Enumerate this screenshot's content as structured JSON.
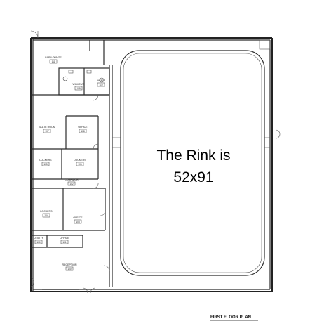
{
  "annotation": {
    "line1": "The Rink is",
    "line2": "52x91"
  },
  "plan_title": "FIRST FLOOR PLAN",
  "rooms": {
    "bar_lounge": {
      "label": "BAR/LOUNGE",
      "number": "111"
    },
    "womens_restroom": {
      "label": "WOMEN'S",
      "number": "109"
    },
    "mens_restroom": {
      "label": "MEN'S",
      "number": "110"
    },
    "skate_room": {
      "label": "SKATE ROOM",
      "number": "107"
    },
    "office_top": {
      "label": "OFFICE",
      "number": "108"
    },
    "lockers_left_upper": {
      "label": "LOCKERS",
      "number": "105"
    },
    "lockers_right_upper": {
      "label": "LOCKERS",
      "number": "106"
    },
    "corridor": {
      "label": "CORRIDOR",
      "number": "102"
    },
    "lockers_lower": {
      "label": "LOCKERS",
      "number": "104"
    },
    "office_lower": {
      "label": "OFFICE",
      "number": "103"
    },
    "utility": {
      "label": "UTILITY",
      "number": "100"
    },
    "office_small": {
      "label": "OFFICE",
      "number": "101"
    },
    "reception": {
      "label": "RECEPTION",
      "number": "100"
    }
  }
}
